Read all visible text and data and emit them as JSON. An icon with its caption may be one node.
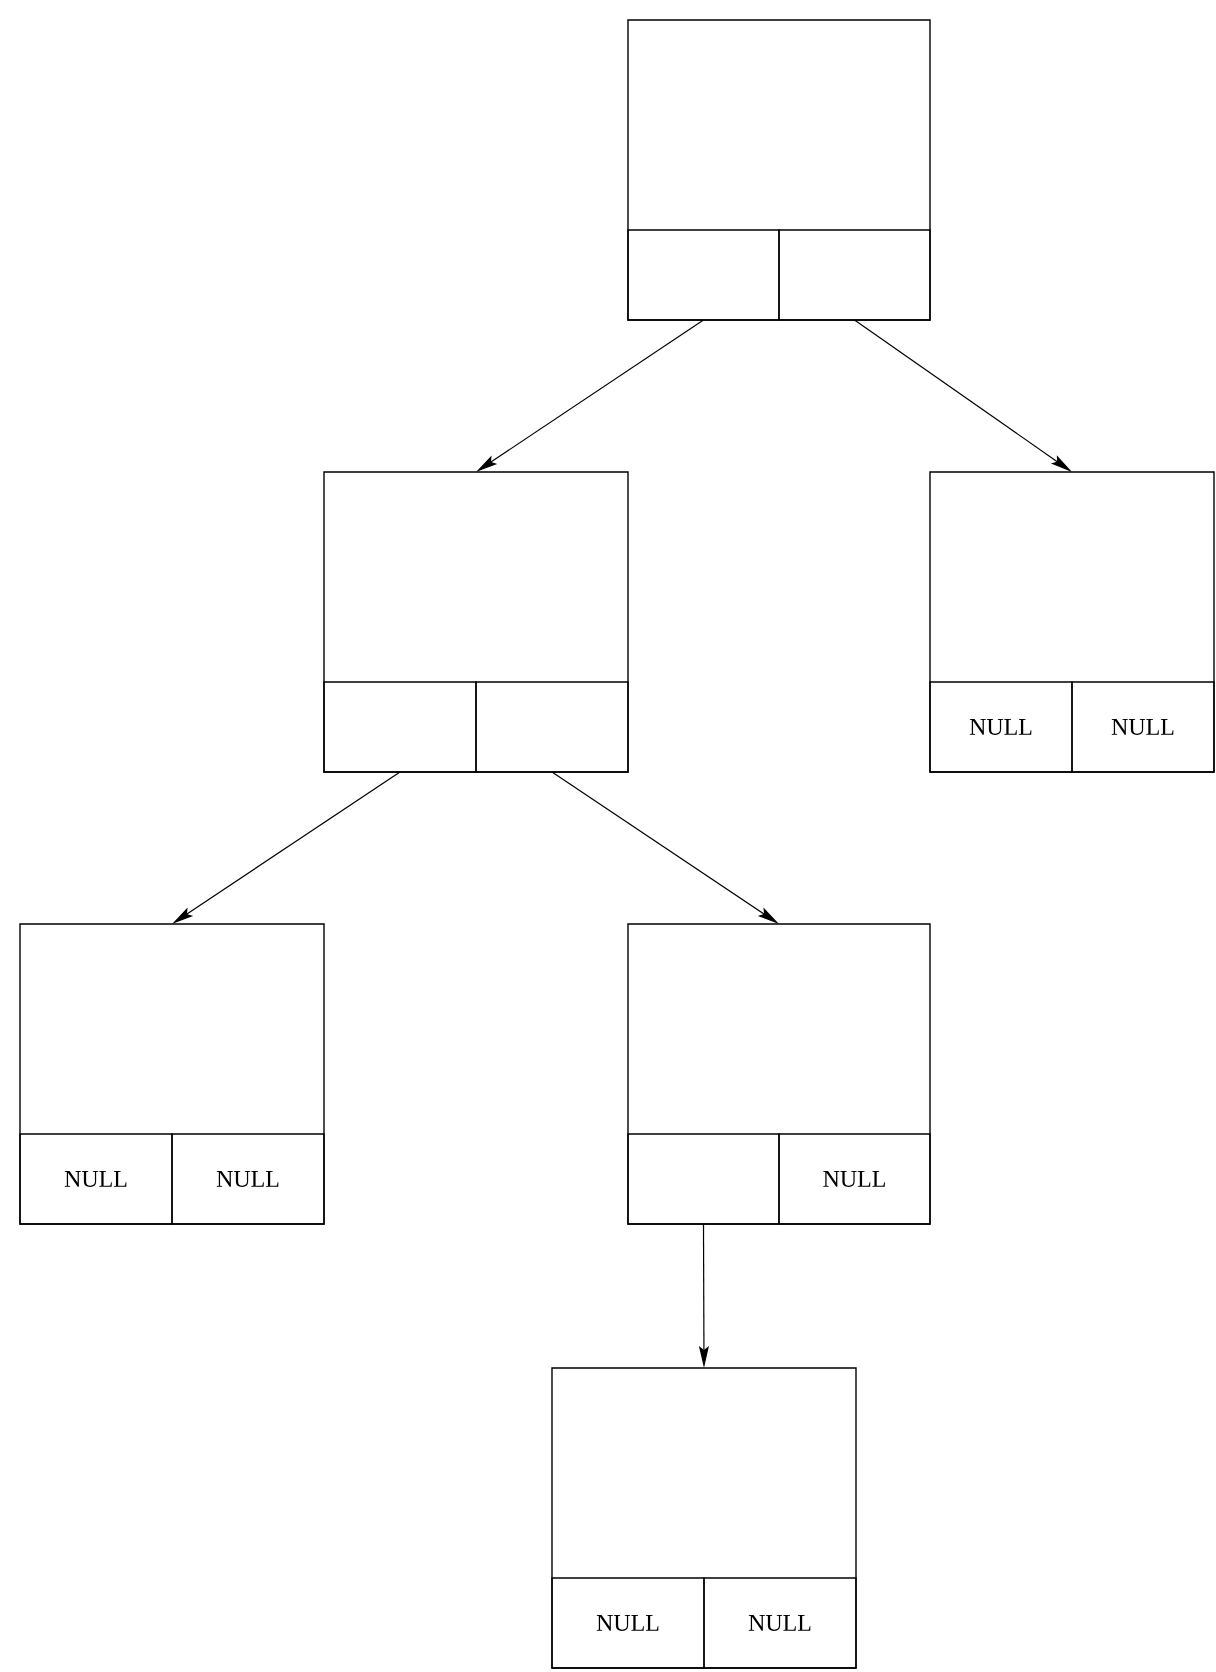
{
  "diagram": {
    "nodes": [
      {
        "text": [],
        "shape": "box"
      },
      {
        "text": [],
        "shape": "box",
        "in": 0
      },
      {
        "text": [],
        "shape": "box",
        "in": 0
      },
      {
        "text": [],
        "shape": "box"
      },
      {
        "text": [],
        "shape": "box",
        "in": 3
      },
      {
        "text": [],
        "shape": "box",
        "in": 3
      },
      {
        "text": [],
        "shape": "box"
      },
      {
        "text": [
          "NULL"
        ],
        "in": 6
      },
      {
        "text": [
          "NULL"
        ],
        "in": 6
      },
      {
        "text": [],
        "shape": "box"
      },
      {
        "text": [
          "NULL"
        ],
        "in": 9
      },
      {
        "text": [
          "NULL"
        ],
        "in": 9
      },
      {
        "text": [],
        "shape": "box"
      },
      {
        "text": [],
        "shape": "box",
        "in": 12
      },
      {
        "text": [
          "NULL"
        ],
        "in": 12
      },
      {
        "text": [],
        "shape": "box"
      },
      {
        "text": [
          "NULL"
        ],
        "in": 15
      },
      {
        "text": [
          "NULL"
        ],
        "in": 15
      }
    ],
    "edges": [
      {
        "from": 1,
        "to": 3,
        "arrow": "to"
      },
      {
        "from": 2,
        "to": 6,
        "arrow": "to"
      },
      {
        "from": 4,
        "to": 9,
        "arrow": "to"
      },
      {
        "from": 5,
        "to": 12,
        "arrow": "to"
      },
      {
        "from": 13,
        "to": 15,
        "arrow": "to"
      }
    ]
  }
}
